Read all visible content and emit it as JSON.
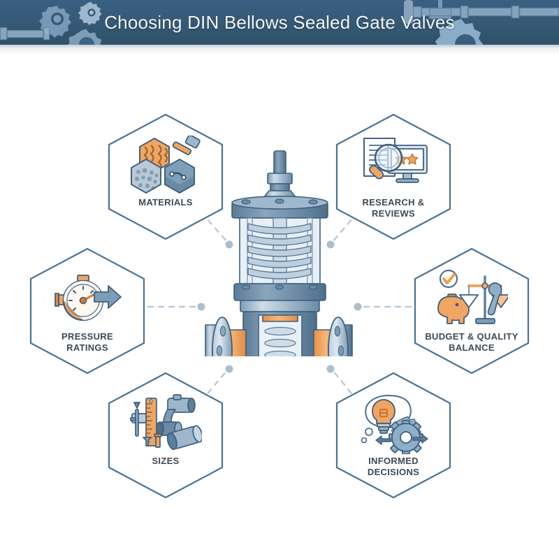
{
  "header": {
    "title": "Choosing DIN Bellows Sealed Gate Valves",
    "background_color": "#355975",
    "title_color": "#f2f5f7",
    "decor_left_icon": "gears-and-pipe-icon",
    "decor_right_icon": "pipe-valve-and-gear-icon"
  },
  "palette": {
    "hex_border": "#4a7294",
    "hex_fill": "#ffffff",
    "label_text": "#3c4a57",
    "accent_orange": "#f0a060",
    "steel_blue": "#8aa7bf",
    "steel_dark": "#5b7f9e",
    "connector": "#b3c7d6",
    "page_background": "#ffffff"
  },
  "center": {
    "name": "din-bellows-sealed-gate-valve",
    "description": "Cutaway illustration of a DIN bellows sealed gate valve with flanged ends"
  },
  "nodes": [
    {
      "id": "materials",
      "label": "MATERIALS",
      "icon": "materials-hexagons-and-hammer-icon"
    },
    {
      "id": "research",
      "label": "RESEARCH &\nREVIEWS",
      "icon": "document-magnifier-monitor-stars-icon"
    },
    {
      "id": "pressure",
      "label": "PRESSURE\nRATINGS",
      "icon": "pressure-gauge-and-arrow-icon"
    },
    {
      "id": "budget",
      "label": "BUDGET & QUALITY\nBALANCE",
      "icon": "piggy-bank-scales-wrench-check-icon"
    },
    {
      "id": "sizes",
      "label": "SIZES",
      "icon": "ruler-caliper-pipes-icon"
    },
    {
      "id": "informed",
      "label": "INFORMED\nDECISIONS",
      "icon": "lightbulb-thought-bubble-gear-icon"
    }
  ]
}
